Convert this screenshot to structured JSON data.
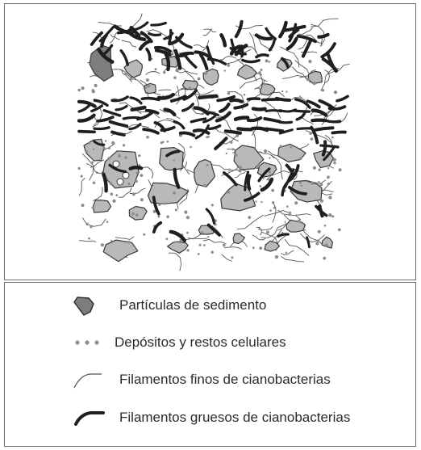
{
  "legend": {
    "items": [
      {
        "id": "sediment",
        "label": "Partículas de sedimento",
        "icon": "sediment-particle-icon"
      },
      {
        "id": "deposits",
        "label": "Depósitos y restos celulares",
        "icon": "cell-deposit-dots-icon"
      },
      {
        "id": "thin",
        "label": "Filamentos finos de cianobacterias",
        "icon": "thin-filament-icon"
      },
      {
        "id": "thick",
        "label": "Filamentos gruesos de cianobacterias",
        "icon": "thick-filament-icon"
      }
    ]
  },
  "colors": {
    "particle_fill": "#b9b9b9",
    "particle_dark_fill": "#7d7d7d",
    "outline": "#3a3a3a",
    "thick_filament": "#1f1f1f",
    "thin_filament": "#555555",
    "deposit": "#8c8c8c"
  }
}
